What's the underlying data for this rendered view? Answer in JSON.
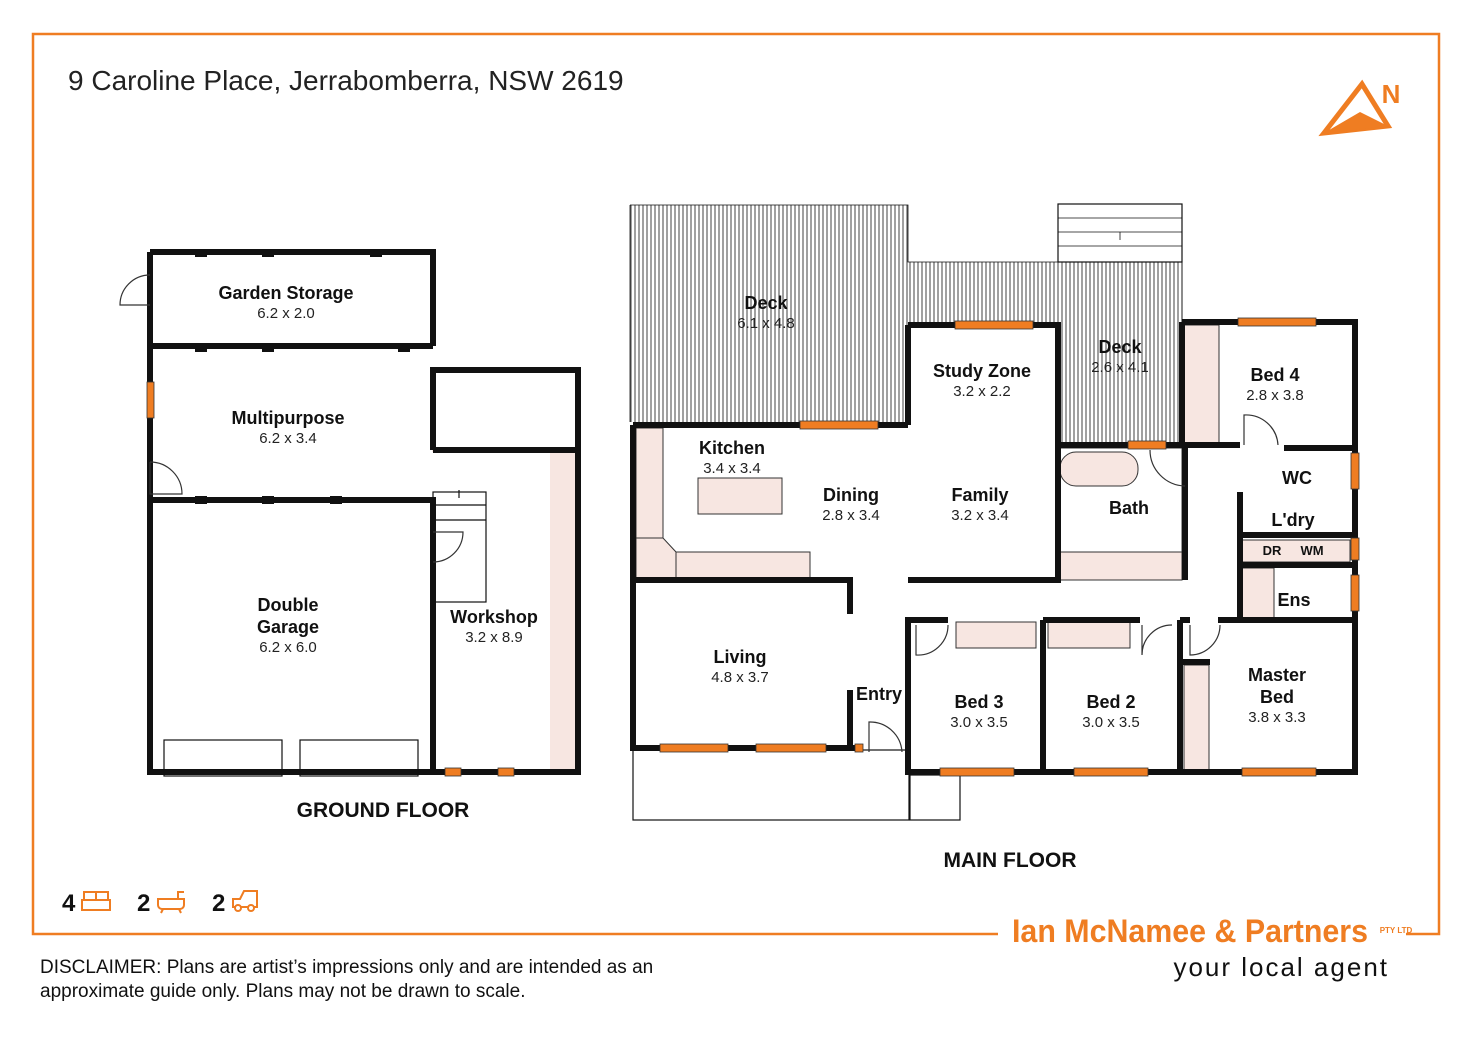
{
  "title": "9 Caroline Place, Jerrabomberra, NSW 2619",
  "compass": {
    "label": "N"
  },
  "colors": {
    "accent": "#ef7d22",
    "fixture_fill": "#f7e6e1",
    "wall": "#111111"
  },
  "ground_floor": {
    "label": "GROUND FLOOR",
    "rooms": [
      {
        "name": "Garden Storage",
        "dims": "6.2 x 2.0"
      },
      {
        "name": "Multipurpose",
        "dims": "6.2 x 3.4"
      },
      {
        "name_line1": "Double",
        "name_line2": "Garage",
        "dims": "6.2 x 6.0"
      },
      {
        "name": "Workshop",
        "dims": "3.2 x 8.9"
      }
    ]
  },
  "main_floor": {
    "label": "MAIN FLOOR",
    "rooms": {
      "deck1": {
        "name": "Deck",
        "dims": "6.1 x 4.8"
      },
      "deck2": {
        "name": "Deck",
        "dims": "2.6 x 4.1"
      },
      "kitchen": {
        "name": "Kitchen",
        "dims": "3.4 x 3.4"
      },
      "dining": {
        "name": "Dining",
        "dims": "2.8 x 3.4"
      },
      "family": {
        "name": "Family",
        "dims": "3.2 x 3.4"
      },
      "study": {
        "name": "Study Zone",
        "dims": "3.2 x 2.2"
      },
      "bed4": {
        "name": "Bed 4",
        "dims": "2.8 x 3.8"
      },
      "bath": {
        "name": "Bath"
      },
      "wc": {
        "name": "WC"
      },
      "laundry": {
        "name": "L'dry",
        "dr": "DR",
        "wm": "WM"
      },
      "ensuite": {
        "name": "Ens"
      },
      "living": {
        "name": "Living",
        "dims": "4.8 x 3.7"
      },
      "entry": {
        "name": "Entry"
      },
      "bed3": {
        "name": "Bed 3",
        "dims": "3.0 x 3.5"
      },
      "bed2": {
        "name": "Bed 2",
        "dims": "3.0 x 3.5"
      },
      "master": {
        "name_line1": "Master",
        "name_line2": "Bed",
        "dims": "3.8 x 3.3"
      }
    }
  },
  "features": {
    "bedrooms": "4",
    "bathrooms": "2",
    "car_spaces": "2"
  },
  "disclaimer": {
    "line1": "DISCLAIMER: Plans are artist’s impressions only and are intended as an",
    "line2": "approximate guide only. Plans may not be drawn to scale."
  },
  "logo": {
    "name": "Ian McNamee & Partners",
    "suffix": "PTY LTD",
    "tagline": "your local agent"
  }
}
